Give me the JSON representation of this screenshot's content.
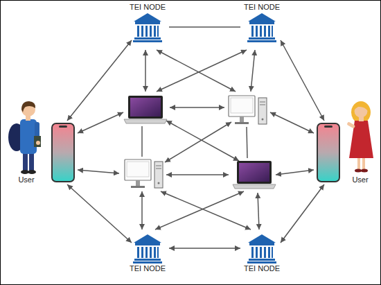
{
  "diagram": {
    "nodes": [
      {
        "text": [
          "TEI NODE"
        ]
      },
      {
        "text": [
          "TEI NODE"
        ]
      },
      {
        "text": [
          "User"
        ]
      },
      {
        "text": [
          "User"
        ]
      },
      {
        "text": [
          "TEI NODE"
        ]
      },
      {
        "text": [
          "TEI NODE"
        ]
      }
    ],
    "edges": [
      {
        "from": 0,
        "to": 1,
        "arrow": "none"
      },
      {
        "from": 4,
        "to": 5,
        "arrow": "both"
      }
    ]
  }
}
